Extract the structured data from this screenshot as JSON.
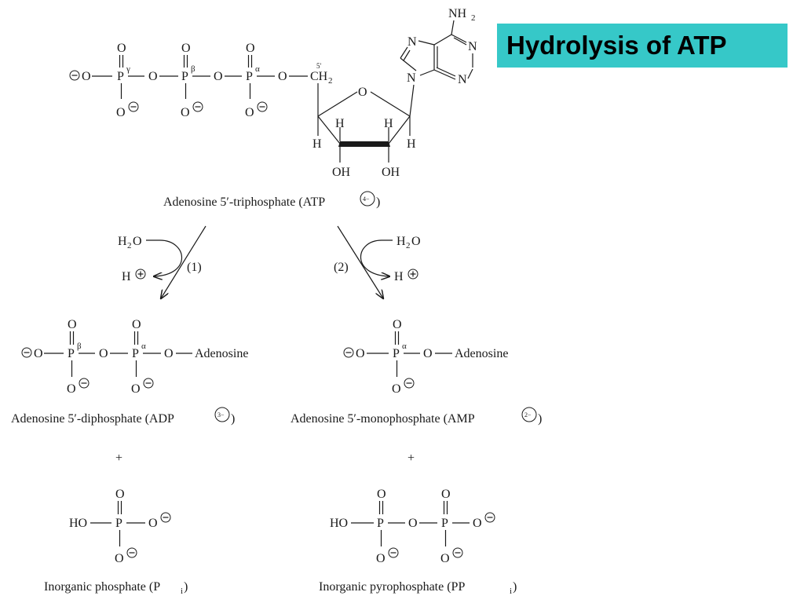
{
  "title": "Hydrolysis of ATP",
  "colors": {
    "title_bg": "#36c8c8",
    "ink": "#1a1a1a"
  },
  "atoms": {
    "O": "O",
    "P": "P",
    "N": "N",
    "H": "H",
    "HO": "HO",
    "OH": "OH",
    "CH": "CH",
    "NH": "NH",
    "sub2": "2",
    "sub_i": "i",
    "plus": "+",
    "adenosine": "Adenosine",
    "five_prime": "5′",
    "gamma": "γ",
    "beta": "β",
    "alpha": "α"
  },
  "atp": {
    "caption": "Adenosine 5′-triphosphate (ATP",
    "charge": "4−",
    "close": ")"
  },
  "reactions": [
    {
      "number": "(1)",
      "reactant": "H",
      "reactant_sub": "2",
      "reactant_tail": "O",
      "product": "H"
    },
    {
      "number": "(2)",
      "reactant": "H",
      "reactant_sub": "2",
      "reactant_tail": "O",
      "product": "H"
    }
  ],
  "adp": {
    "caption": "Adenosine 5′-diphosphate (ADP",
    "charge": "3−",
    "close": ")"
  },
  "amp": {
    "caption": "Adenosine 5′-monophosphate (AMP",
    "charge": "2−",
    "close": ")"
  },
  "pi": {
    "caption": "Inorganic phosphate (P",
    "sub": "i",
    "close": ")"
  },
  "ppi": {
    "caption": "Inorganic pyrophosphate (PP",
    "sub": "i",
    "close": ")"
  }
}
